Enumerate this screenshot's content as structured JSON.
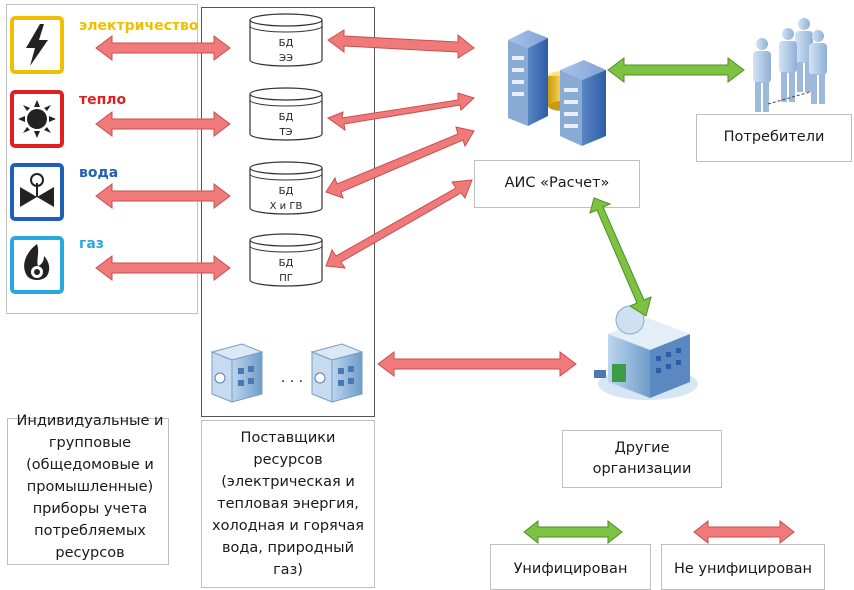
{
  "resources": [
    {
      "label": "электричество",
      "color": "#f0c000",
      "icon": "lightning-icon"
    },
    {
      "label": "тепло",
      "color": "#e02020",
      "icon": "heat-icon"
    },
    {
      "label": "вода",
      "color": "#1f5fb5",
      "icon": "water-valve-icon"
    },
    {
      "label": "газ",
      "color": "#29a8e0",
      "icon": "gas-flame-icon"
    }
  ],
  "databases": [
    {
      "line1": "БД",
      "line2": "ЭЭ"
    },
    {
      "line1": "БД",
      "line2": "ТЭ"
    },
    {
      "line1": "БД",
      "line2": "Х и ГВ"
    },
    {
      "line1": "БД",
      "line2": "ПГ"
    }
  ],
  "ellipsis": ". . .",
  "meters_label": "Индивидуальные и групповые (общедомовые и промышленные) приборы учета потребляемых ресурсов",
  "suppliers_label": "Поставщики ресурсов (электрическая и тепловая энергия, холодная и горячая вода, природный газ)",
  "ais_label": "АИС «Расчет»",
  "consumers_label": "Потребители",
  "other_orgs_label": "Другие организации",
  "legend": {
    "unified": "Унифицирован",
    "not_unified": "Не унифицирован"
  },
  "colors": {
    "unified_arrow": "#7dc242",
    "not_unified_arrow": "#f07a7a"
  }
}
